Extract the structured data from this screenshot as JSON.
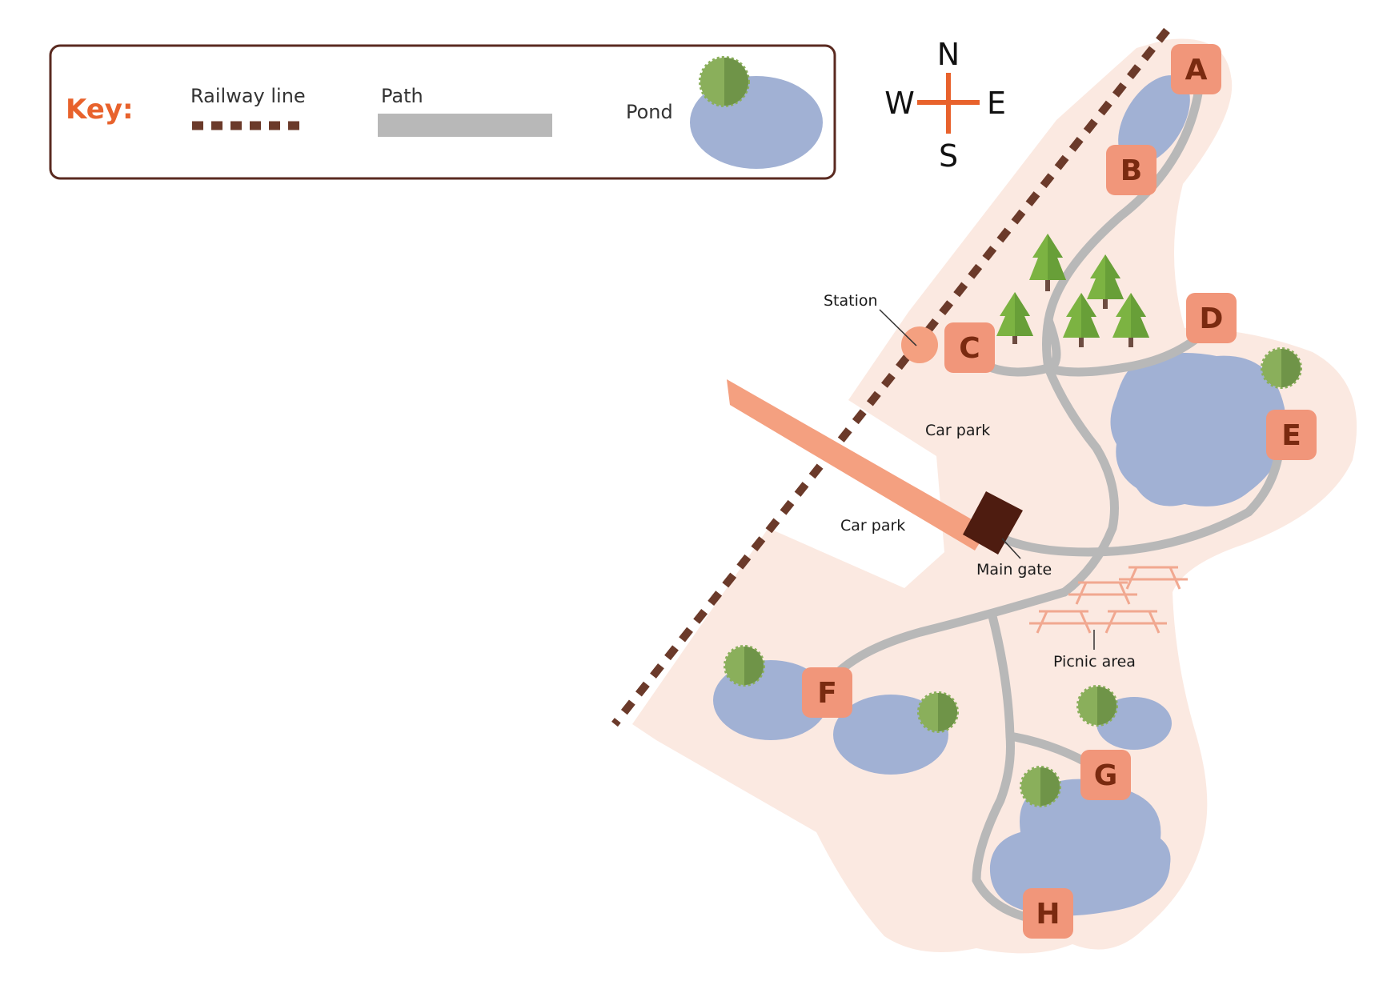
{
  "key": {
    "title": "Key:",
    "railway_label": "Railway line",
    "path_label": "Path",
    "pond_label": "Pond"
  },
  "compass": {
    "north": "N",
    "south": "S",
    "east": "E",
    "west": "W"
  },
  "labels": {
    "station": "Station",
    "car_park_1": "Car park",
    "car_park_2": "Car park",
    "main_gate": "Main gate",
    "picnic_area": "Picnic area"
  },
  "markers": [
    "A",
    "B",
    "C",
    "D",
    "E",
    "F",
    "G",
    "H"
  ],
  "colors": {
    "park_area": "#fbe9e1",
    "marker": "#f1967a",
    "marker_text": "#7a2a10",
    "pond": "#a1b1d4",
    "path": "#b8b8b8",
    "railway": "#6b3a2a",
    "compass": "#e8622c",
    "key_title": "#e8622c",
    "main_gate": "#4e1c10",
    "tree_green": "#7cb342",
    "bush_green": "#8aaf5b",
    "picnic_table": "#f1a890"
  }
}
